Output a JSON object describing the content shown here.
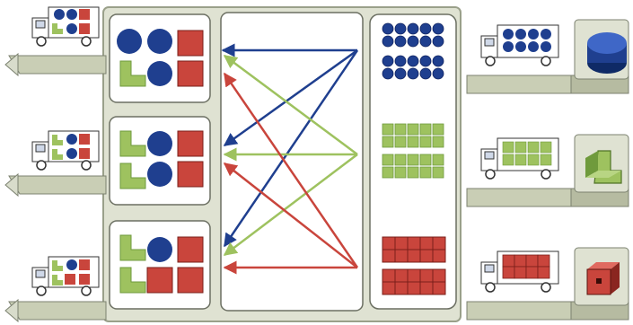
{
  "colors": {
    "blue": "#1f3f8f",
    "blue_light": "#3f67c7",
    "green": "#9ec25f",
    "green_dark": "#6f9a3c",
    "red": "#c9453c",
    "red_dark": "#9a2d27",
    "panel": "#d8dccb",
    "panel_border": "#9aa08a",
    "box_border": "#6b6f62",
    "white": "#ffffff",
    "dock": "#c9ceb5",
    "dock_dark": "#7c8270"
  },
  "diagram": {
    "description_nodes": [
      {
        "name": "inbound-truck-blue",
        "icon": "truck-icon",
        "product": "circle"
      },
      {
        "name": "inbound-truck-green",
        "icon": "truck-icon",
        "product": "l-block"
      },
      {
        "name": "inbound-truck-red",
        "icon": "truck-icon",
        "product": "square"
      },
      {
        "name": "outbound-truck-mixed-1",
        "icon": "truck-icon"
      },
      {
        "name": "outbound-truck-mixed-2",
        "icon": "truck-icon"
      },
      {
        "name": "outbound-truck-mixed-3",
        "icon": "truck-icon"
      }
    ],
    "flows": [
      {
        "from": "blue",
        "to": [
          0,
          1,
          2
        ]
      },
      {
        "from": "green",
        "to": [
          0,
          1,
          2
        ]
      },
      {
        "from": "red",
        "to": [
          0,
          1,
          2
        ]
      }
    ]
  }
}
